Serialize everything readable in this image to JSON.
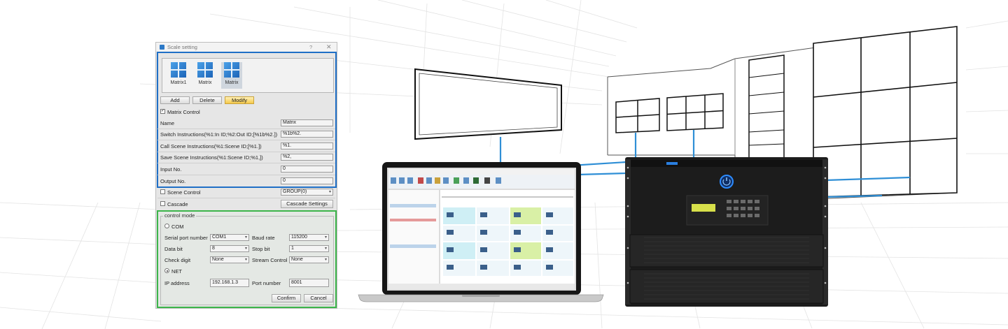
{
  "dialog": {
    "title": "Scale setting",
    "help": "?",
    "close": "✕",
    "matrices": [
      {
        "label": "Matrix1",
        "selected": false
      },
      {
        "label": "Matrix",
        "selected": false
      },
      {
        "label": "Matrix",
        "selected": true
      }
    ],
    "buttons": {
      "add": "Add",
      "delete": "Delete",
      "modify": "Modify"
    },
    "matrix_control": {
      "label": "Matrix Control",
      "checked": true,
      "mark": "✓"
    },
    "rows": [
      {
        "label": "Name",
        "value": "Matrix"
      },
      {
        "label": "Switch Instructions(%1:In ID;%2:Out ID;[%1b%2.])",
        "value": "%1b%2."
      },
      {
        "label": "Call Scene Instructions(%1:Scene ID;[%1.])",
        "value": "%1."
      },
      {
        "label": "Save Scene Instructions(%1:Scene ID;%1,])",
        "value": "%2,"
      },
      {
        "label": "Input No.",
        "value": "0"
      },
      {
        "label": "Output No.",
        "value": "0"
      }
    ],
    "scene_control": {
      "label": "Scene Control",
      "value": "GROUP(0)"
    },
    "cascade": {
      "label": "Cascade",
      "button": "Cascade Settings"
    },
    "control_mode": {
      "legend": "control mode",
      "com_label": "COM",
      "net_label": "NET",
      "selected": "NET",
      "serial_port_label": "Serial port number",
      "serial_port": "COM1",
      "baud_rate_label": "Baud rate",
      "baud_rate": "115200",
      "data_bit_label": "Data bit",
      "data_bit": "8",
      "stop_bit_label": "Stop bit",
      "stop_bit": "1",
      "check_digit_label": "Check digit",
      "check_digit": "None",
      "stream_control_label": "Stream Control",
      "stream_control": "None",
      "ip_label": "IP address",
      "ip": "192.168.1.3",
      "port_label": "Port number",
      "port": "8001"
    },
    "confirm": "Confirm",
    "cancel": "Cancel"
  },
  "colors": {
    "blue_box": "#1f6fc6",
    "green_box": "#3cb54a",
    "cable": "#2f8fd6",
    "device": "#1c1c1c"
  }
}
